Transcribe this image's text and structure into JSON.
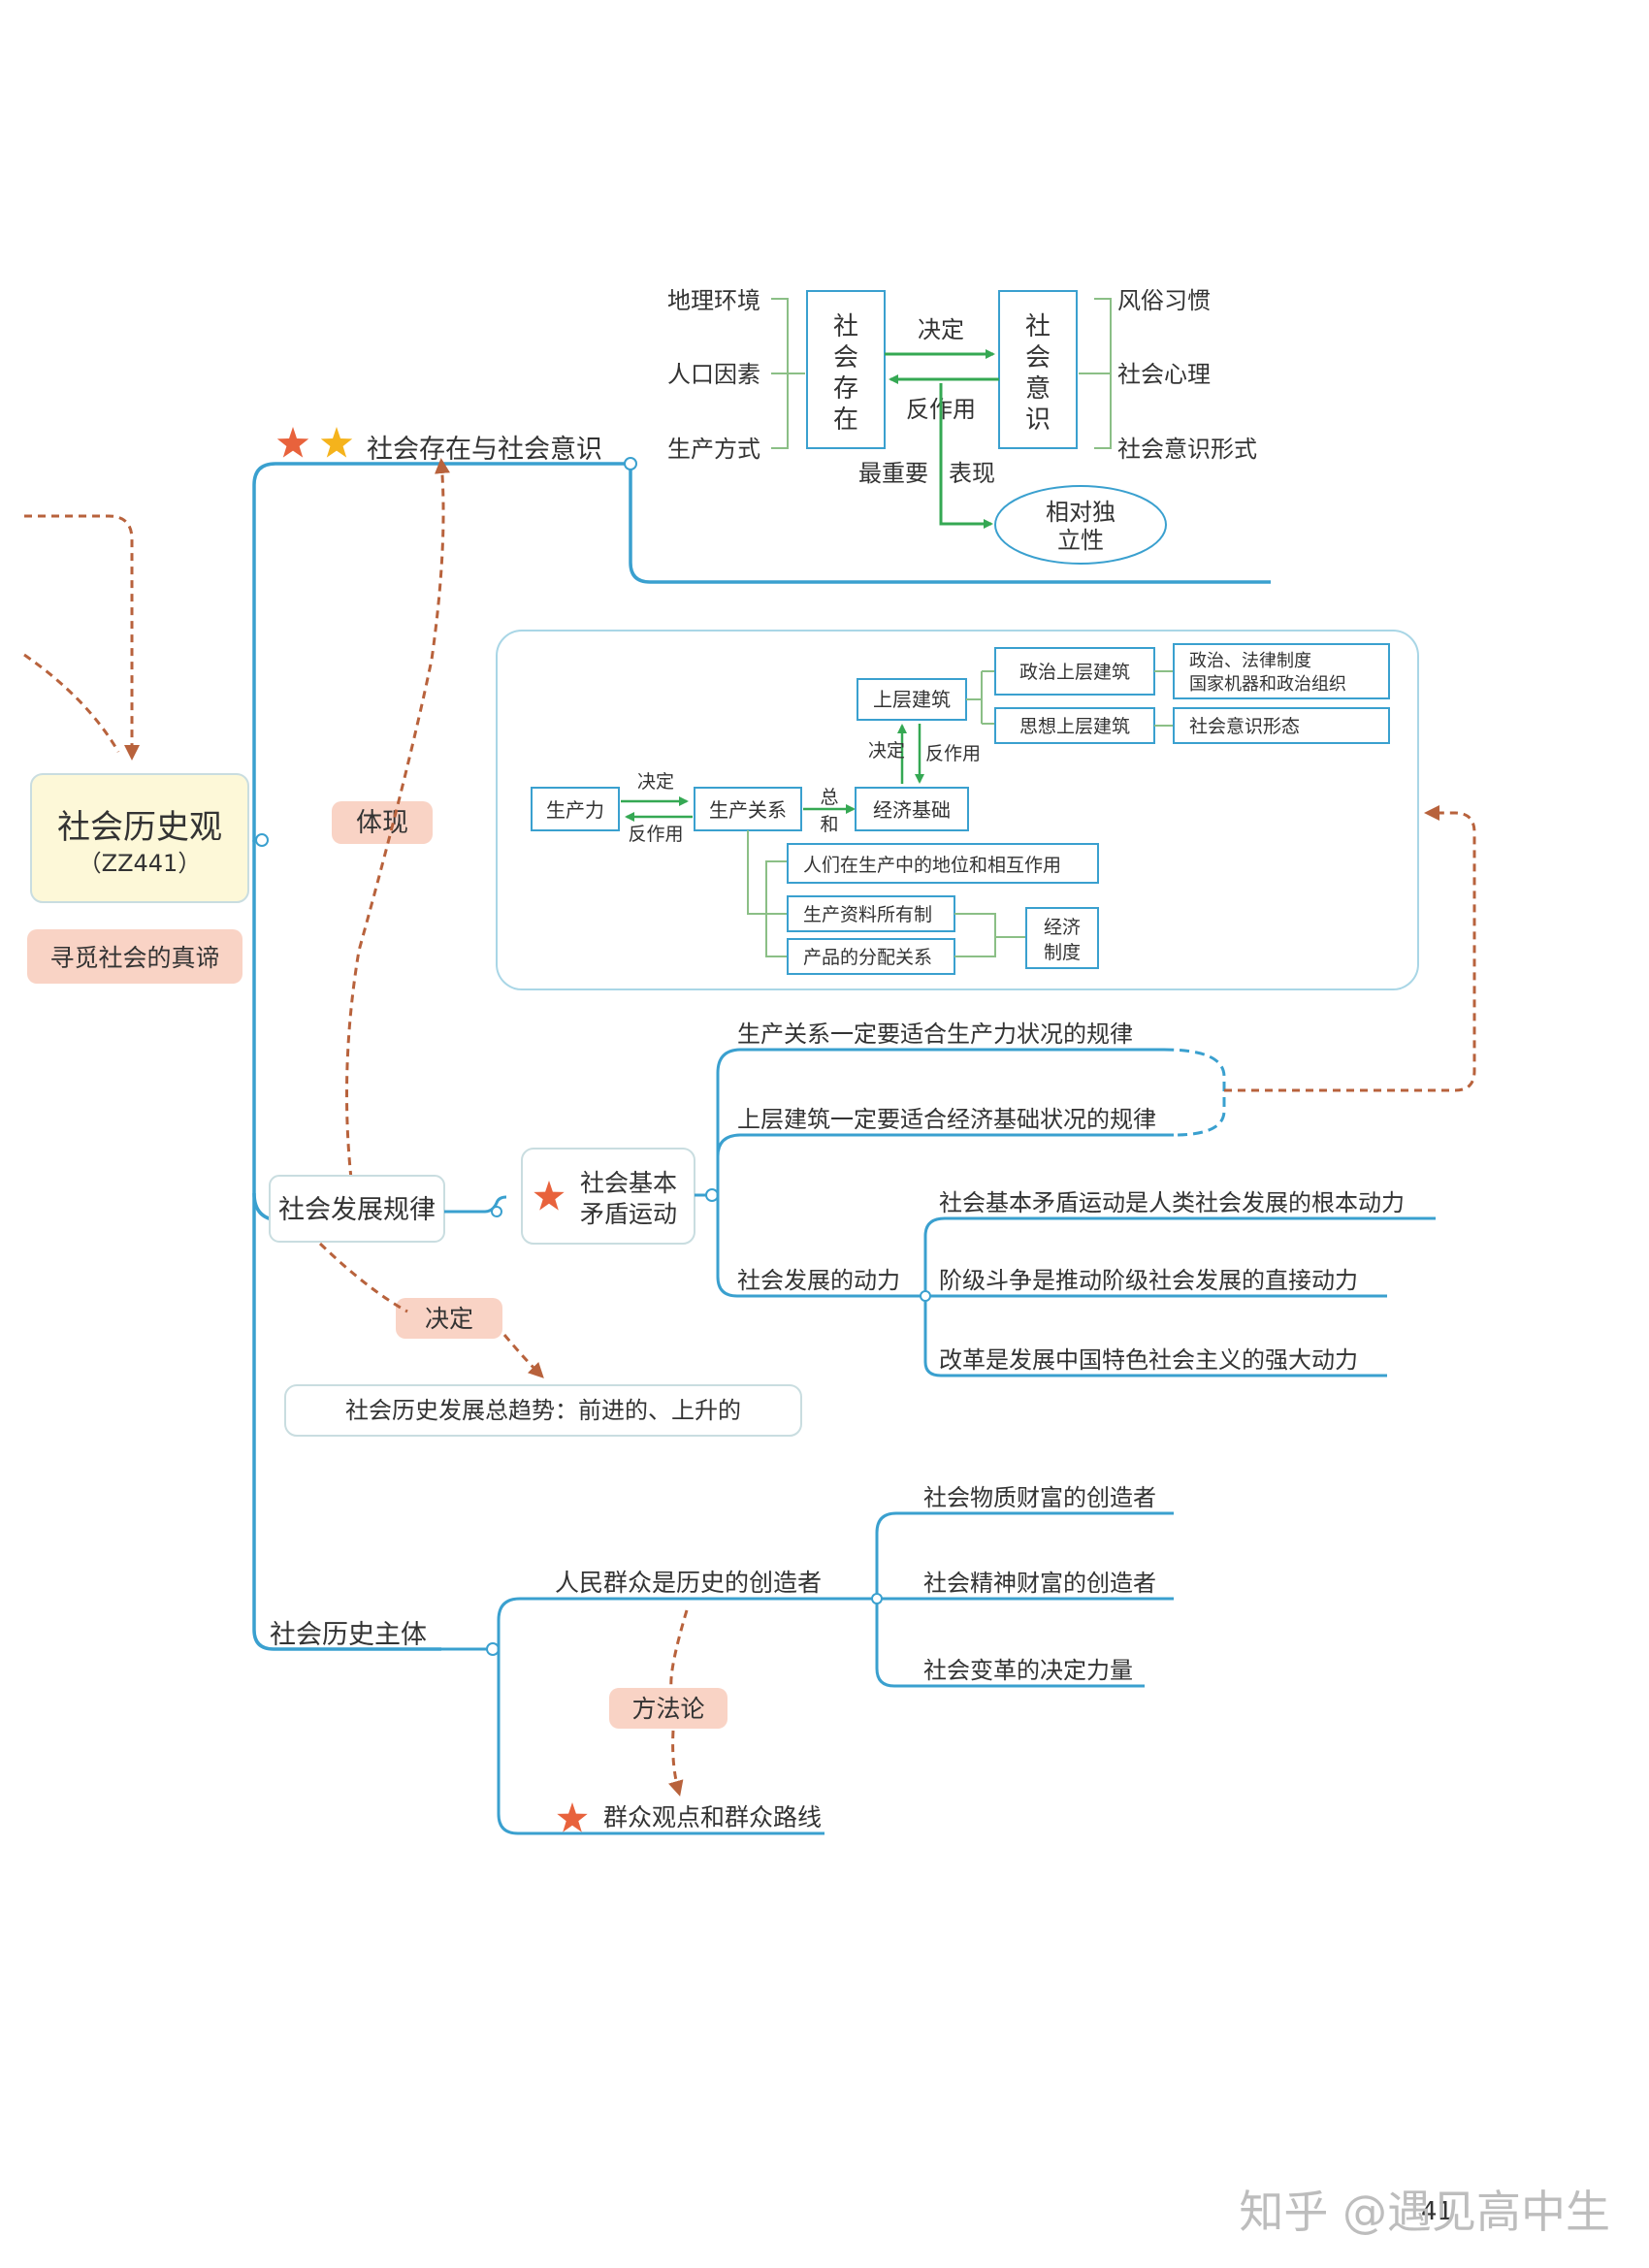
{
  "colors": {
    "line": "#3aa0cf",
    "green": "#35a853",
    "dashed": "#b8623c",
    "star_red": "#e8623c",
    "star_yellow": "#f5b31c",
    "tag_bg": "#f9d3c5",
    "root_bg": "#fdf8d8"
  },
  "root": {
    "title": "社会历史观",
    "code": "（ZZ441）",
    "tag": "寻觅社会的真谛"
  },
  "branch1": {
    "title": "社会存在与社会意识",
    "existence": "社\n会\n存\n在",
    "consciousness": "社\n会\n意\n识",
    "left_items": [
      "地理环境",
      "人口因素",
      "生产方式"
    ],
    "right_items": [
      "风俗习惯",
      "社会心理",
      "社会意识形式"
    ],
    "decides": "决定",
    "reacts": "反作用",
    "most_important": "最重要",
    "shows": "表现",
    "independence": "相对独\n立性"
  },
  "structure": {
    "productive_forces": "生产力",
    "decides": "决定",
    "reacts": "反作用",
    "relations": "生产关系",
    "sum_and": "总\n和",
    "economic_base": "经济基础",
    "superstructure": "上层建筑",
    "decides2": "决定",
    "reacts2": "反作用",
    "political": "政治上层建筑",
    "political_detail": "政治、法律制度\n国家机器和政治组织",
    "ideological": "思想上层建筑",
    "ideological_detail": "社会意识形态",
    "relation_items": [
      "人们在生产中的地位和相互作用",
      "生产资料所有制",
      "产品的分配关系"
    ],
    "economic_system": "经济\n制度"
  },
  "branch2": {
    "title": "社会发展规律",
    "embody": "体现",
    "decide": "决定",
    "core": "社会基本\n矛盾运动",
    "law1": "生产关系一定要适合生产力状况的规律",
    "law2": "上层建筑一定要适合经济基础状况的规律",
    "dynamics": "社会发展的动力",
    "dynamics_items": [
      "社会基本矛盾运动是人类社会发展的根本动力",
      "阶级斗争是推动阶级社会发展的直接动力",
      "改革是发展中国特色社会主义的强大动力"
    ],
    "trend": "社会历史发展总趋势：前进的、上升的"
  },
  "branch3": {
    "title": "社会历史主体",
    "masses": "人民群众是历史的创造者",
    "masses_items": [
      "社会物质财富的创造者",
      "社会精神财富的创造者",
      "社会变革的决定力量"
    ],
    "methodology": "方法论",
    "line": "群众观点和群众路线"
  },
  "page_number": "41",
  "watermark": "知乎 @遇见高中生"
}
